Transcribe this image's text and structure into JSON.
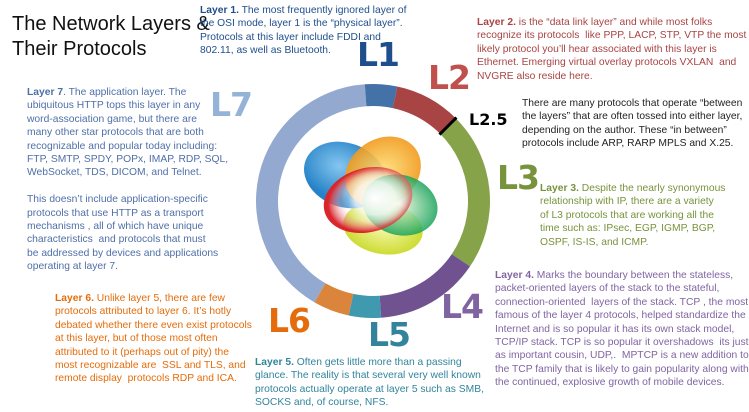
{
  "title": [
    "The Network Layers &",
    "Their Protocols"
  ],
  "colors": {
    "L1": "#1f4e8c",
    "L2": "#c0504d",
    "L25": "#000000",
    "L3": "#77933c",
    "L4": "#8064a2",
    "L5": "#31849b",
    "L6": "#e46c0a",
    "L7": "#95b3d7"
  },
  "ring_colors": {
    "L7": "#93a9d0",
    "L1": "#4371a8",
    "L2": "#a84444",
    "L3": "#86a34a",
    "L4": "#705290",
    "L5": "#3f9ab0",
    "L6": "#db843c"
  },
  "labels": {
    "L1": "L1",
    "L2": "L2",
    "L25": "L2.5",
    "L3": "L3",
    "L4": "L4",
    "L5": "L5",
    "L6": "L6",
    "L7": "L7"
  },
  "paragraphs": {
    "L1": {
      "lead": "Layer 1.",
      "lines": [
        " The most frequently ignored layer of",
        "the OSI mode, layer 1 is the “physical layer”.",
        "Protocols at this layer include FDDI and",
        "802.11, as well as Bluetooth."
      ]
    },
    "L2": {
      "lead": "Layer 2.",
      "lines": [
        " is the “data link layer” and while most folks",
        "recognize its protocols  like PPP, LACP, STP, VTP the most",
        "likely protocol you’ll hear associated with this layer is",
        "Ethernet. Emerging virtual overlay protocols VXLAN  and",
        "NVGRE also reside here."
      ]
    },
    "L25": {
      "lead": "",
      "lines": [
        "There are many protocols that operate “between",
        "the layers” that are often tossed into either layer,",
        "depending on the author. These “in between”",
        "protocols include ARP, RARP MPLS and X.25."
      ]
    },
    "L3": {
      "lead": "Layer 3.",
      "lines": [
        " Despite the nearly synonymous",
        "relationship with IP, there are a variety",
        "of L3 protocols that are working all the",
        "time such as: IPsec, EGP, IGMP, BGP,",
        "OSPF, IS-IS, and ICMP."
      ]
    },
    "L4": {
      "lead": "Layer 4.",
      "lines": [
        " Marks the boundary between the stateless,",
        "packet-oriented layers of the stack to the stateful,",
        "connection-oriented  layers of the stack. TCP , the most",
        "famous of the layer 4 protocols, helped standardize the",
        "Internet and is so popular it has its own stack model,",
        "TCP/IP stack. TCP is so popular it overshadows  its just",
        "as important cousin, UDP,.  MPTCP is a new addition to",
        "the TCP family that is likely to gain popularity along with",
        "the continued, explosive growth of mobile devices."
      ]
    },
    "L5": {
      "lead": "Layer 5.",
      "lines": [
        " Often gets little more than a passing",
        "glance. The reality is that several very well known",
        "protocols actually operate at layer 5 such as SMB,",
        "SOCKS and, of course, NFS."
      ]
    },
    "L6": {
      "lead": "Layer 6.",
      "lines": [
        " Unlike layer 5, there are few",
        "protocols attributed to layer 6. It’s hotly",
        "debated whether there even exist protocols",
        "at this layer, but of those most often",
        "attributed to it (perhaps out of pity) the",
        "most recognizable are  SSL and TLS, and",
        "remote display  protocols RDP and ICA."
      ]
    },
    "L7": {
      "lead": "Layer 7",
      "lines": [
        ". The application layer. The",
        "ubiquitous HTTP tops this layer in any",
        "word-association game, but there are",
        "many other star protocols that are both",
        "recognizable and popular today including:",
        "FTP, SMTP, SPDY, POPx, IMAP, RDP, SQL,",
        "WebSocket, TDS, DICOM, and Telnet.",
        "",
        "This doesn’t include application-specific",
        "protocols that use HTTP as a transport",
        "mechanisms , all of which have unique",
        "characteristics  and protocols that must",
        "be addressed by devices and applications",
        "operating at layer 7."
      ]
    }
  }
}
